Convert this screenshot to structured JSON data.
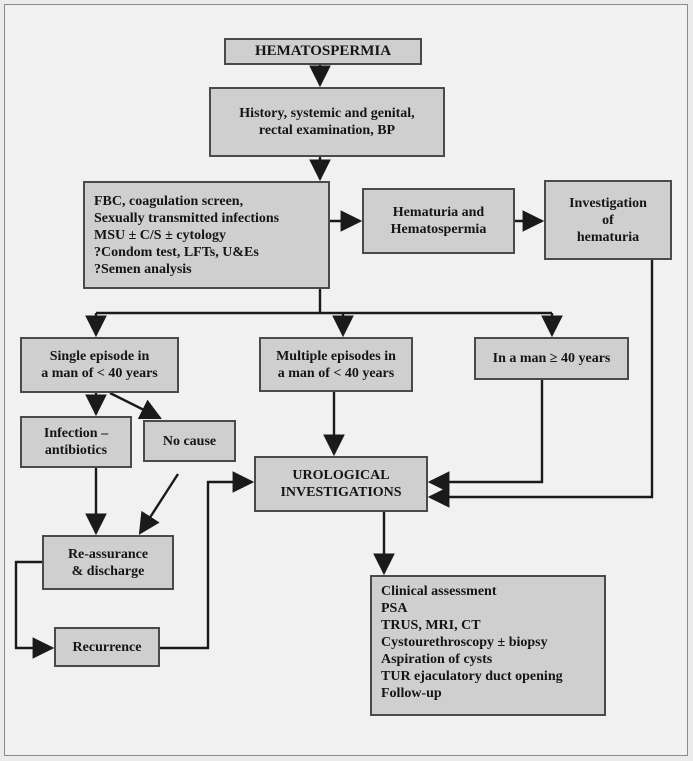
{
  "flowchart": {
    "title": "HEMATOSPERMIA",
    "nodes": {
      "history": "History, systemic and genital,\nrectal examination, BP",
      "tests": "FBC, coagulation screen,\nSexually transmitted infections\nMSU ± C/S ± cytology\n?Condom test, LFTs, U&Es\n?Semen analysis",
      "hema_hemato": "Hematuria and\nHematospermia",
      "invest_hematuria": "Investigation\nof\nhematuria",
      "single": "Single episode in\na man of < 40 years",
      "multiple": "Multiple episodes in\na man of < 40 years",
      "older": "In a man ≥ 40 years",
      "infection": "Infection –\nantibiotics",
      "no_cause": "No cause",
      "urological": "UROLOGICAL\nINVESTIGATIONS",
      "reassurance": "Re-assurance\n& discharge",
      "recurrence": "Recurrence",
      "clinical": "Clinical assessment\nPSA\nTRUS, MRI, CT\nCystourethroscopy ± biopsy\nAspiration of cysts\nTUR ejaculatory duct opening\nFollow-up"
    }
  },
  "colors": {
    "box_fill": "#cfcfcf",
    "box_border": "#4a4a4a",
    "line": "#1a1a1a",
    "background": "#f1f1f1"
  }
}
